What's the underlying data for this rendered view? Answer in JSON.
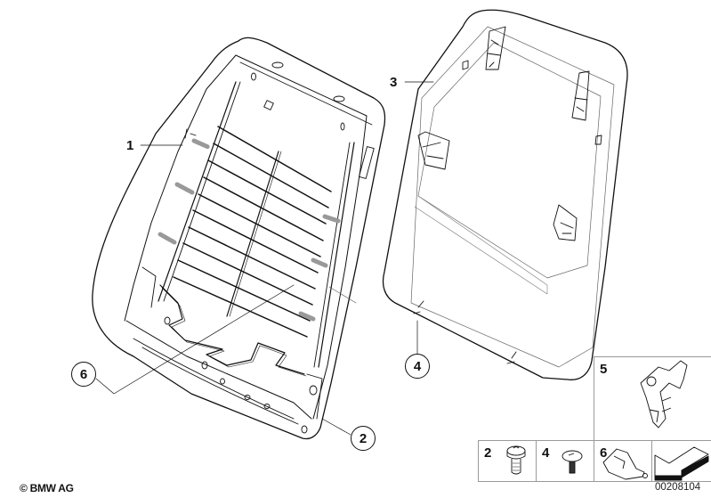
{
  "diagram": {
    "type": "exploded parts diagram",
    "subject": "Seat backrest frame and rear panel",
    "callouts": [
      {
        "id": "1",
        "style": "plain",
        "label": "1"
      },
      {
        "id": "2",
        "style": "circled",
        "label": "2"
      },
      {
        "id": "3",
        "style": "plain",
        "label": "3"
      },
      {
        "id": "4",
        "style": "circled",
        "label": "4"
      },
      {
        "id": "6",
        "style": "circled",
        "label": "6"
      }
    ],
    "detail_box": {
      "label": "5"
    },
    "legend_strip": [
      {
        "label": "2",
        "icon": "screw-icon"
      },
      {
        "label": "4",
        "icon": "expanding-rivet-icon"
      },
      {
        "label": "6",
        "icon": "clip-icon"
      },
      {
        "label": "",
        "icon": "direction-arrow-icon"
      }
    ],
    "copyright": "© BMW AG",
    "part_number": "00208104"
  },
  "colors": {
    "line": "#111111",
    "frame_gray": "#9a9a9a",
    "spring_gray": "#bdbdbd"
  }
}
